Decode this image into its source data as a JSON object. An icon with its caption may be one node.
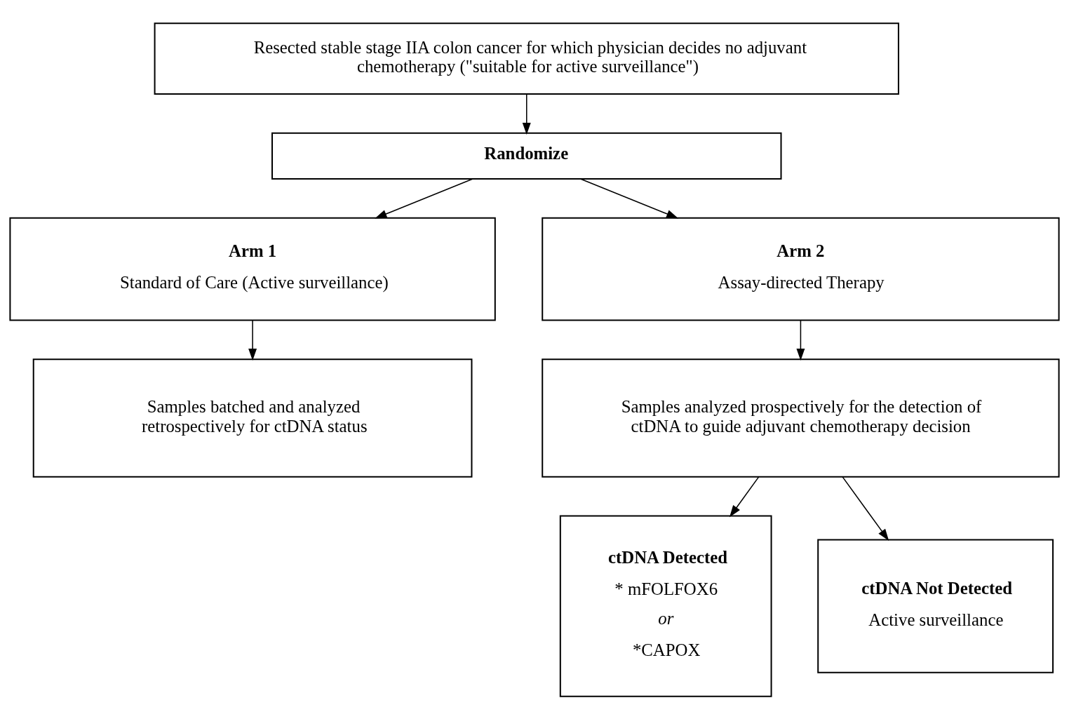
{
  "diagram": {
    "nodes": [
      {
        "text": [
          "Resected stable stage IIA colon cancer for which physician decides no adjuvant chemotherapy (\"suitable for active surveillance\")"
        ]
      },
      {
        "text": [
          "Randomize"
        ]
      },
      {
        "text": [
          "Arm 1",
          "Standard of Care (Active surveillance)"
        ]
      },
      {
        "text": [
          "Arm 2",
          "Assay-directed Therapy"
        ]
      },
      {
        "text": [
          "Samples batched and analyzed retrospectively for ctDNA status"
        ]
      },
      {
        "text": [
          "Samples analyzed prospectively for the detection of ctDNA to guide adjuvant chemotherapy decision"
        ]
      },
      {
        "text": [
          "ctDNA Detected",
          "* mFOLFOX6",
          "or",
          "*CAPOX"
        ]
      },
      {
        "text": [
          "ctDNA Not Detected",
          "Active surveillance"
        ]
      }
    ],
    "edges": [
      {
        "from": 0,
        "to": 1,
        "arrow": "to"
      },
      {
        "from": 1,
        "to": 2,
        "arrow": "to"
      },
      {
        "from": 1,
        "to": 3,
        "arrow": "to"
      },
      {
        "from": 2,
        "to": 4,
        "arrow": "to"
      },
      {
        "from": 3,
        "to": 5,
        "arrow": "to"
      },
      {
        "from": 5,
        "to": 6,
        "arrow": "to"
      },
      {
        "from": 5,
        "to": 7,
        "arrow": "to"
      }
    ]
  }
}
